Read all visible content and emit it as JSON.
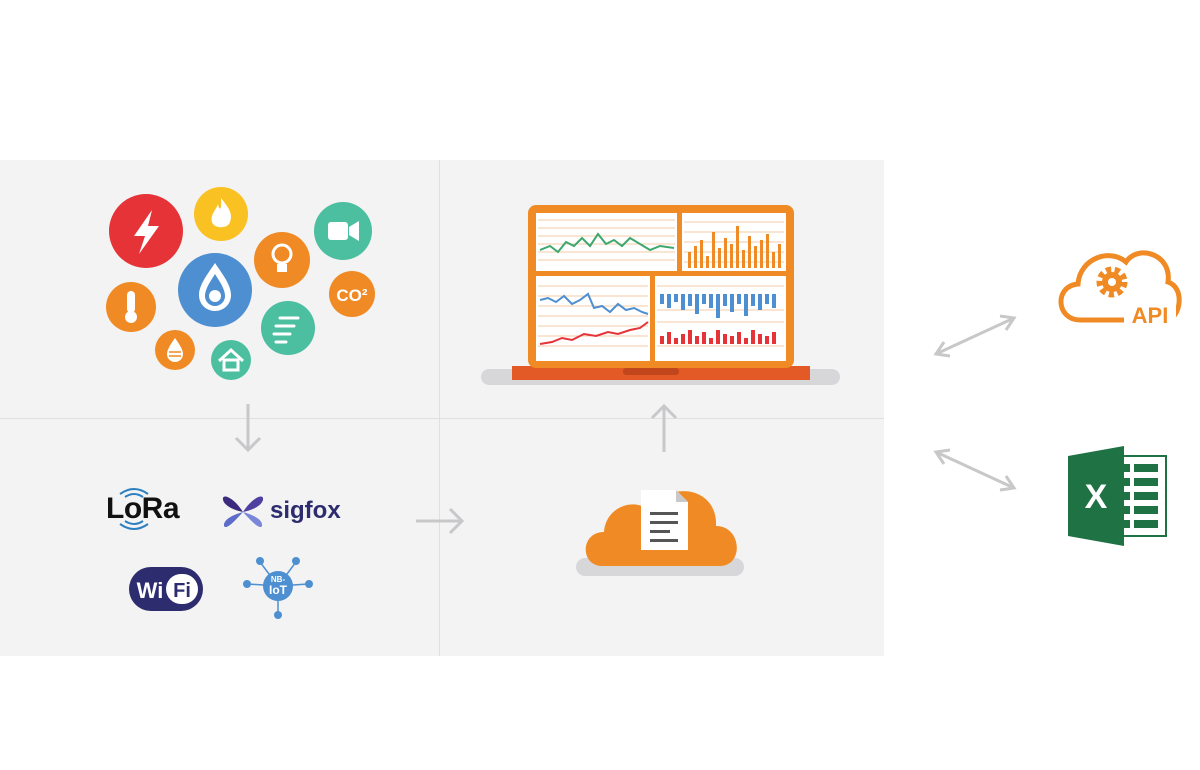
{
  "sensors": {
    "co2_label": "CO²"
  },
  "connectivity": {
    "lora_label": "LoRa",
    "sigfox_label": "sigfox",
    "wifi_left": "Wi",
    "wifi_right": "Fi",
    "nbiot_top": "NB-",
    "nbiot_bottom": "IoT"
  },
  "outputs": {
    "api_label": "API",
    "excel_letter": "X"
  },
  "colors": {
    "orange": "#f08a24",
    "red": "#e63338",
    "yellow": "#f9c121",
    "teal": "#4bbf9f",
    "blue": "#4d8fd0",
    "excel_green": "#1f7244",
    "arrow_gray": "#c8c8ca"
  }
}
